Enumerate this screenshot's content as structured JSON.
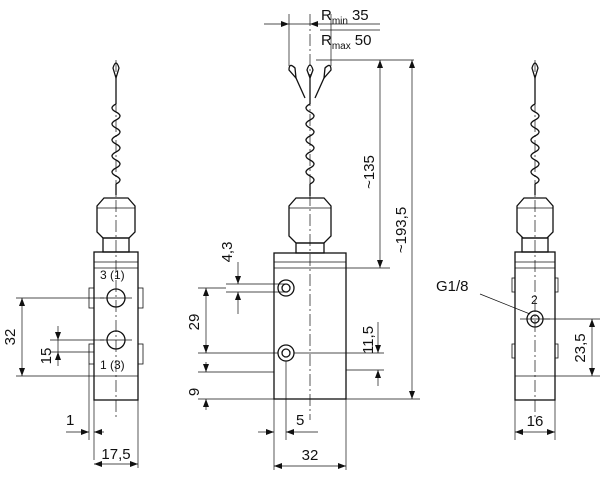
{
  "dimensions": {
    "r_min_label": "R",
    "r_min_sub": "min",
    "r_min_value": "35",
    "r_max_label": "R",
    "r_max_sub": "max",
    "r_max_value": "50",
    "d_135": "~135",
    "d_193_5": "~193,5",
    "d_4_3": "4,3",
    "d_29": "29",
    "d_9": "9",
    "d_11_5": "11,5",
    "d_5": "5",
    "d_32_bottom": "32",
    "d_32_left": "32",
    "d_15": "15",
    "d_1": "1",
    "d_17_5": "17,5",
    "d_23_5": "23,5",
    "d_16": "16"
  },
  "ports": {
    "port_3_1": "3 (1)",
    "port_1_3": "1 (3)",
    "port_2": "2",
    "thread": "G1/8"
  }
}
